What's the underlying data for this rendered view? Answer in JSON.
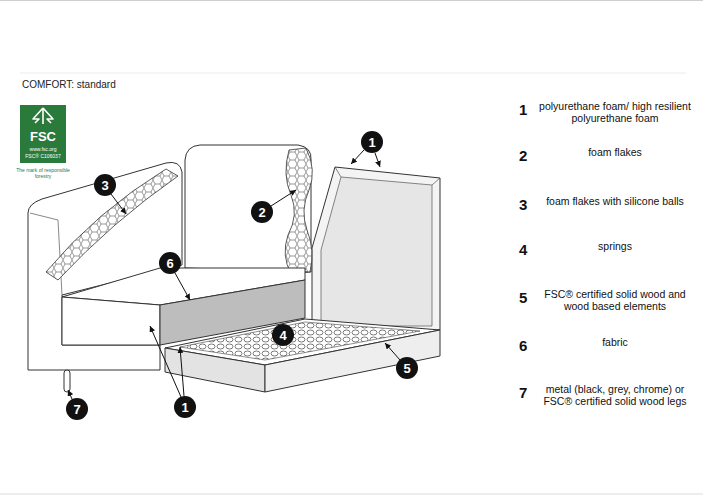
{
  "diagram": {
    "title": "COMFORT: standard",
    "nodes": [
      {
        "text": [
          "FSC",
          "www.fsc.org",
          "FSC® C106037",
          "The mark of responsible forestry"
        ]
      },
      {
        "text": [
          "1"
        ]
      },
      {
        "text": [
          "3"
        ]
      },
      {
        "text": [
          "2"
        ]
      },
      {
        "text": [
          "6"
        ]
      },
      {
        "text": [
          "4"
        ]
      },
      {
        "text": [
          "5"
        ]
      },
      {
        "text": [
          "1"
        ]
      },
      {
        "text": [
          "7"
        ]
      }
    ],
    "labels": [
      "1",
      "polyurethane foam/ high resilient polyurethane foam",
      "2",
      "foam flakes",
      "3",
      "foam flakes with silicone balls",
      "4",
      "springs",
      "5",
      "FSC® certified solid wood and wood based elements",
      "6",
      "fabric",
      "7",
      "metal (black, grey, chrome) or FSC® certified solid wood legs"
    ]
  }
}
